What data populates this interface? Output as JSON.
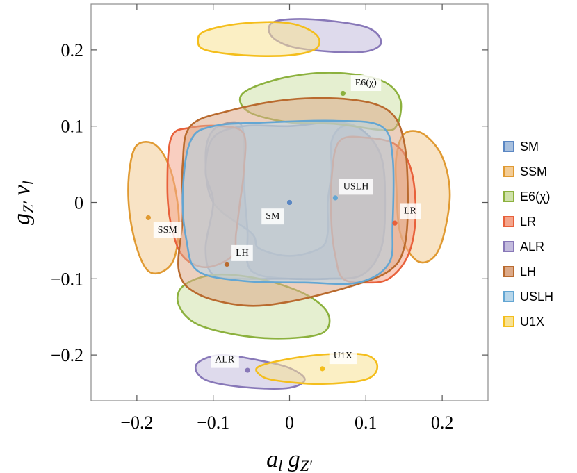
{
  "chart_data": {
    "type": "scatter",
    "title": "",
    "xlabel_main": "a",
    "xlabel_sub1": "l",
    "xlabel_mid": " g",
    "xlabel_sub2": "Z′",
    "ylabel_main": "g",
    "ylabel_sub1": "Z′",
    "ylabel_mid": " v",
    "ylabel_sub2": "l",
    "xlim": [
      -0.26,
      0.26
    ],
    "ylim": [
      -0.26,
      0.26
    ],
    "xticks": [
      -0.2,
      -0.1,
      0,
      0.1,
      0.2
    ],
    "xtick_labels": [
      "−0.2",
      "−0.1",
      "0",
      "0.1",
      "0.2"
    ],
    "yticks": [
      -0.2,
      -0.1,
      0,
      0.1,
      0.2
    ],
    "ytick_labels": [
      "−0.2",
      "−0.1",
      "0",
      "0.1",
      "0.2"
    ],
    "legend_position": "right",
    "series": [
      {
        "name": "SM",
        "color": "#5b87c3",
        "fill": "#a8c0de",
        "point": [
          0.0,
          0.0
        ],
        "regions": [
          [
            [
              -0.1,
              0.0
            ],
            [
              -0.11,
              0.06
            ],
            [
              -0.1,
              0.095
            ],
            [
              -0.07,
              0.105
            ],
            [
              -0.06,
              0.09
            ],
            [
              -0.06,
              0.04
            ],
            [
              -0.058,
              0.0
            ],
            [
              -0.055,
              -0.04
            ],
            [
              -0.055,
              -0.08
            ],
            [
              -0.04,
              -0.095
            ],
            [
              0.0,
              -0.1
            ],
            [
              0.05,
              -0.1
            ],
            [
              0.095,
              -0.095
            ],
            [
              0.12,
              -0.06
            ],
            [
              0.125,
              0.0
            ],
            [
              0.12,
              0.06
            ],
            [
              0.095,
              0.095
            ],
            [
              0.07,
              0.1
            ],
            [
              0.055,
              0.08
            ],
            [
              0.055,
              0.04
            ],
            [
              0.05,
              0.0
            ],
            [
              0.05,
              -0.04
            ],
            [
              0.04,
              -0.06
            ],
            [
              0.0,
              -0.07
            ],
            [
              -0.04,
              -0.06
            ],
            [
              -0.05,
              -0.04
            ]
          ],
          [
            [
              -0.1,
              0.0
            ],
            [
              -0.11,
              -0.06
            ],
            [
              -0.1,
              -0.095
            ],
            [
              -0.06,
              -0.1
            ],
            [
              -0.02,
              -0.1
            ],
            [
              0.0,
              -0.1
            ],
            [
              0.05,
              -0.1
            ],
            [
              0.095,
              -0.095
            ],
            [
              0.12,
              -0.06
            ],
            [
              0.125,
              0.0
            ],
            [
              0.12,
              0.06
            ],
            [
              0.095,
              0.095
            ],
            [
              0.06,
              0.105
            ],
            [
              0.0,
              0.1
            ],
            [
              -0.06,
              0.1
            ],
            [
              -0.1,
              0.085
            ],
            [
              -0.11,
              0.04
            ]
          ]
        ],
        "label": "SM",
        "label_pos": [
          -0.022,
          -0.017
        ]
      },
      {
        "name": "SSM",
        "color": "#e09a32",
        "fill": "#f3cc95",
        "point": [
          -0.185,
          -0.02
        ],
        "regions": [
          [
            [
              -0.2,
              0.075
            ],
            [
              -0.175,
              0.075
            ],
            [
              -0.155,
              0.04
            ],
            [
              -0.145,
              -0.02
            ],
            [
              -0.15,
              -0.07
            ],
            [
              -0.165,
              -0.09
            ],
            [
              -0.185,
              -0.09
            ],
            [
              -0.2,
              -0.06
            ],
            [
              -0.21,
              -0.01
            ],
            [
              -0.21,
              0.04
            ]
          ],
          [
            [
              0.15,
              0.09
            ],
            [
              0.175,
              0.09
            ],
            [
              0.2,
              0.06
            ],
            [
              0.21,
              0.01
            ],
            [
              0.2,
              -0.05
            ],
            [
              0.185,
              -0.075
            ],
            [
              0.165,
              -0.075
            ],
            [
              0.145,
              -0.04
            ],
            [
              0.14,
              0.02
            ],
            [
              0.14,
              0.06
            ]
          ]
        ],
        "label": "SSM",
        "label_pos": [
          -0.16,
          -0.035
        ]
      },
      {
        "name": "E6(χ)",
        "color": "#8cb13e",
        "fill": "#cfe1a9",
        "point": [
          0.07,
          0.143
        ],
        "regions": [
          [
            [
              -0.05,
              0.15
            ],
            [
              0.0,
              0.165
            ],
            [
              0.06,
              0.17
            ],
            [
              0.12,
              0.16
            ],
            [
              0.145,
              0.135
            ],
            [
              0.14,
              0.1
            ],
            [
              0.12,
              0.095
            ],
            [
              0.06,
              0.103
            ],
            [
              0.0,
              0.105
            ],
            [
              -0.05,
              0.117
            ],
            [
              -0.065,
              0.135
            ]
          ],
          [
            [
              -0.14,
              -0.11
            ],
            [
              -0.1,
              -0.095
            ],
            [
              -0.04,
              -0.1
            ],
            [
              0.02,
              -0.12
            ],
            [
              0.05,
              -0.145
            ],
            [
              0.045,
              -0.17
            ],
            [
              0.0,
              -0.178
            ],
            [
              -0.06,
              -0.175
            ],
            [
              -0.12,
              -0.16
            ],
            [
              -0.145,
              -0.135
            ]
          ]
        ],
        "label": "E6(χ)",
        "label_pos": [
          0.1,
          0.158
        ]
      },
      {
        "name": "LR",
        "color": "#e8603a",
        "fill": "#f4a58c",
        "point": [
          0.138,
          -0.027
        ],
        "regions": [
          [
            [
              -0.155,
              0.085
            ],
            [
              -0.13,
              0.098
            ],
            [
              -0.09,
              0.1
            ],
            [
              -0.06,
              0.09
            ],
            [
              -0.06,
              0.04
            ],
            [
              -0.065,
              0.0
            ],
            [
              -0.07,
              -0.04
            ],
            [
              -0.075,
              -0.07
            ],
            [
              -0.11,
              -0.085
            ],
            [
              -0.14,
              -0.07
            ],
            [
              -0.155,
              -0.03
            ],
            [
              -0.16,
              0.02
            ]
          ],
          [
            [
              0.065,
              0.08
            ],
            [
              0.1,
              0.085
            ],
            [
              0.14,
              0.075
            ],
            [
              0.16,
              0.04
            ],
            [
              0.165,
              -0.02
            ],
            [
              0.155,
              -0.07
            ],
            [
              0.13,
              -0.1
            ],
            [
              0.1,
              -0.105
            ],
            [
              0.07,
              -0.1
            ],
            [
              0.06,
              -0.07
            ],
            [
              0.055,
              -0.03
            ],
            [
              0.055,
              0.03
            ]
          ]
        ],
        "label": "LR",
        "label_pos": [
          0.158,
          -0.01
        ]
      },
      {
        "name": "ALR",
        "color": "#8878b8",
        "fill": "#c3bbdd",
        "point": [
          -0.055,
          -0.22
        ],
        "regions": [
          [
            [
              -0.02,
              0.237
            ],
            [
              0.03,
              0.24
            ],
            [
              0.1,
              0.23
            ],
            [
              0.12,
              0.21
            ],
            [
              0.1,
              0.198
            ],
            [
              0.05,
              0.198
            ],
            [
              0.0,
              0.205
            ],
            [
              -0.025,
              0.22
            ]
          ],
          [
            [
              -0.12,
              -0.21
            ],
            [
              -0.09,
              -0.2
            ],
            [
              -0.04,
              -0.207
            ],
            [
              0.0,
              -0.217
            ],
            [
              0.02,
              -0.232
            ],
            [
              0.0,
              -0.243
            ],
            [
              -0.05,
              -0.243
            ],
            [
              -0.1,
              -0.236
            ],
            [
              -0.12,
              -0.225
            ]
          ]
        ],
        "label": "ALR",
        "label_pos": [
          -0.085,
          -0.205
        ]
      },
      {
        "name": "LH",
        "color": "#b96a2e",
        "fill": "#dca988",
        "point": [
          -0.082,
          -0.081
        ],
        "regions": [
          [
            [
              -0.13,
              0.1
            ],
            [
              -0.08,
              0.12
            ],
            [
              0.0,
              0.135
            ],
            [
              0.08,
              0.135
            ],
            [
              0.13,
              0.12
            ],
            [
              0.15,
              0.08
            ],
            [
              0.155,
              0.0
            ],
            [
              0.15,
              -0.06
            ],
            [
              0.13,
              -0.09
            ],
            [
              0.08,
              -0.11
            ],
            [
              0.0,
              -0.13
            ],
            [
              -0.06,
              -0.135
            ],
            [
              -0.12,
              -0.12
            ],
            [
              -0.145,
              -0.09
            ],
            [
              -0.14,
              -0.02
            ],
            [
              -0.14,
              0.05
            ]
          ]
        ],
        "label": "LH",
        "label_pos": [
          -0.062,
          -0.065
        ]
      },
      {
        "name": "USLH",
        "color": "#63a6d3",
        "fill": "#b7d6ea",
        "point": [
          0.06,
          0.006
        ],
        "regions": [
          [
            [
              -0.13,
              0.08
            ],
            [
              -0.1,
              0.1
            ],
            [
              -0.03,
              0.105
            ],
            [
              0.06,
              0.107
            ],
            [
              0.12,
              0.1
            ],
            [
              0.135,
              0.06
            ],
            [
              0.135,
              -0.03
            ],
            [
              0.13,
              -0.08
            ],
            [
              0.09,
              -0.105
            ],
            [
              0.02,
              -0.105
            ],
            [
              -0.06,
              -0.103
            ],
            [
              -0.12,
              -0.09
            ],
            [
              -0.135,
              -0.05
            ],
            [
              -0.14,
              0.01
            ]
          ]
        ],
        "label": "USLH",
        "label_pos": [
          0.087,
          0.022
        ]
      },
      {
        "name": "U1X",
        "color": "#f4be1c",
        "fill": "#f8e293",
        "point": [
          0.043,
          -0.218
        ],
        "regions": [
          [
            [
              -0.11,
              0.225
            ],
            [
              -0.06,
              0.235
            ],
            [
              0.0,
              0.235
            ],
            [
              0.035,
              0.22
            ],
            [
              0.035,
              0.202
            ],
            [
              0.0,
              0.193
            ],
            [
              -0.06,
              0.193
            ],
            [
              -0.11,
              0.2
            ],
            [
              -0.12,
              0.212
            ]
          ],
          [
            [
              -0.04,
              -0.215
            ],
            [
              0.0,
              -0.205
            ],
            [
              0.05,
              -0.199
            ],
            [
              0.1,
              -0.2
            ],
            [
              0.115,
              -0.215
            ],
            [
              0.1,
              -0.232
            ],
            [
              0.04,
              -0.238
            ],
            [
              -0.02,
              -0.233
            ],
            [
              -0.04,
              -0.225
            ]
          ]
        ],
        "label": "U1X",
        "label_pos": [
          0.07,
          -0.2
        ]
      }
    ]
  }
}
